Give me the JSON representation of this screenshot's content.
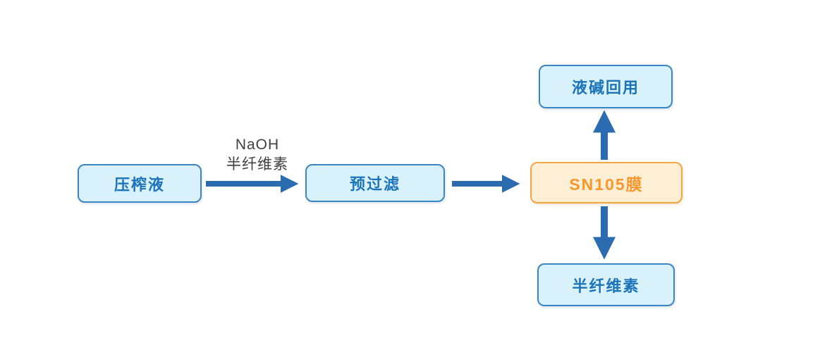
{
  "diagram": {
    "type": "flowchart",
    "background": "#ffffff",
    "colors": {
      "node_fill_blue": "#d9f1fb",
      "node_border_blue": "#3a85c4",
      "node_text_blue": "#1b74ba",
      "node_fill_orange": "#fdeed6",
      "node_border_orange": "#f5a63c",
      "node_text_orange": "#f8972c",
      "arrow": "#2b6cb0",
      "edge_label_text": "#404040"
    },
    "nodes": [
      {
        "id": "press-liquid",
        "label": "压榨液",
        "style": "blue"
      },
      {
        "id": "pre-filter",
        "label": "预过滤",
        "style": "blue"
      },
      {
        "id": "sn105-membrane",
        "label": "SN105膜",
        "style": "orange"
      },
      {
        "id": "alkali-recycle",
        "label": "液碱回用",
        "style": "blue"
      },
      {
        "id": "hemicellulose",
        "label": "半纤维素",
        "style": "blue"
      }
    ],
    "edges": [
      {
        "from": "press-liquid",
        "to": "pre-filter",
        "label_line1": "NaOH",
        "label_line2": "半纤维素",
        "direction": "right"
      },
      {
        "from": "pre-filter",
        "to": "sn105-membrane",
        "direction": "right"
      },
      {
        "from": "sn105-membrane",
        "to": "alkali-recycle",
        "direction": "up"
      },
      {
        "from": "sn105-membrane",
        "to": "hemicellulose",
        "direction": "down"
      }
    ]
  }
}
